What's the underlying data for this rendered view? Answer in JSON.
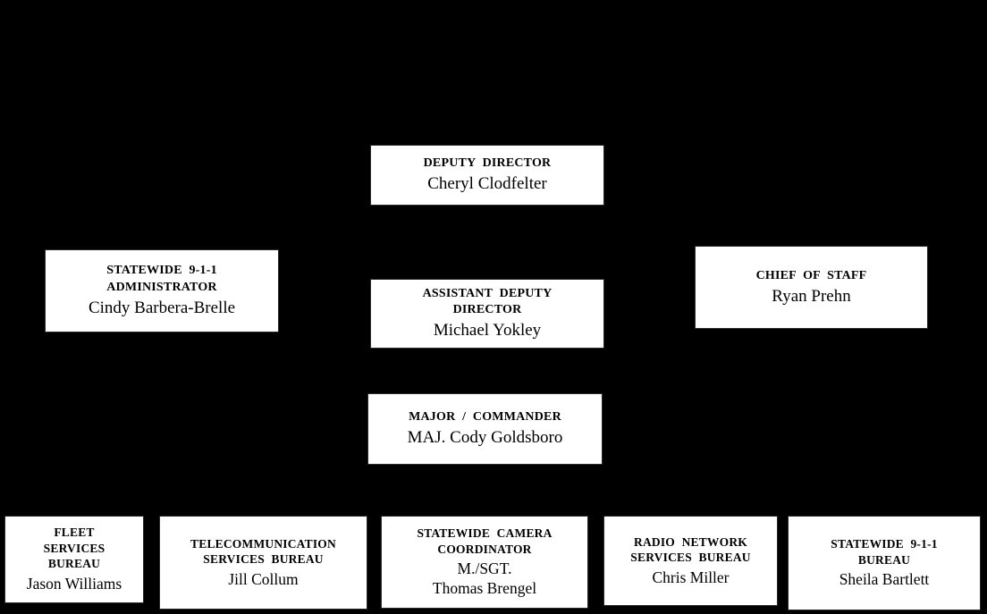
{
  "theme": {
    "bg": "#000000",
    "box_fill": "#ffffff",
    "box_border": "#2a2a2a",
    "text": "#000000"
  },
  "org_chart": {
    "type": "organizational-chart",
    "nodes": [
      {
        "id": "deputy-director",
        "title_lines": [
          "DEPUTY DIRECTOR"
        ],
        "name_lines": [
          "Cheryl Clodfelter"
        ]
      },
      {
        "id": "statewide-911-administrator",
        "title_lines": [
          "STATEWIDE 9-1-1",
          "ADMINISTRATOR"
        ],
        "name_lines": [
          "Cindy Barbera-Brelle"
        ]
      },
      {
        "id": "assistant-deputy-director",
        "title_lines": [
          "ASSISTANT DEPUTY",
          "DIRECTOR"
        ],
        "name_lines": [
          "Michael Yokley"
        ]
      },
      {
        "id": "chief-of-staff",
        "title_lines": [
          "CHIEF OF STAFF"
        ],
        "name_lines": [
          "Ryan Prehn"
        ]
      },
      {
        "id": "major-commander",
        "title_lines": [
          "MAJOR / COMMANDER"
        ],
        "name_lines": [
          "MAJ. Cody Goldsboro"
        ]
      },
      {
        "id": "fleet-services-bureau",
        "title_lines": [
          "FLEET",
          "SERVICES",
          "BUREAU"
        ],
        "name_lines": [
          "Jason Williams"
        ]
      },
      {
        "id": "telecommunication-services-bureau",
        "title_lines": [
          "TELECOMMUNICATION",
          "SERVICES BUREAU"
        ],
        "name_lines": [
          "Jill Collum"
        ]
      },
      {
        "id": "statewide-camera-coordinator",
        "title_lines": [
          "STATEWIDE CAMERA",
          "COORDINATOR"
        ],
        "name_lines": [
          "M./SGT.",
          "Thomas Brengel"
        ]
      },
      {
        "id": "radio-network-services-bureau",
        "title_lines": [
          "RADIO NETWORK",
          "SERVICES BUREAU"
        ],
        "name_lines": [
          "Chris Miller"
        ]
      },
      {
        "id": "statewide-911-bureau",
        "title_lines": [
          "STATEWIDE 9-1-1",
          "BUREAU"
        ],
        "name_lines": [
          "Sheila Bartlett"
        ]
      }
    ]
  }
}
